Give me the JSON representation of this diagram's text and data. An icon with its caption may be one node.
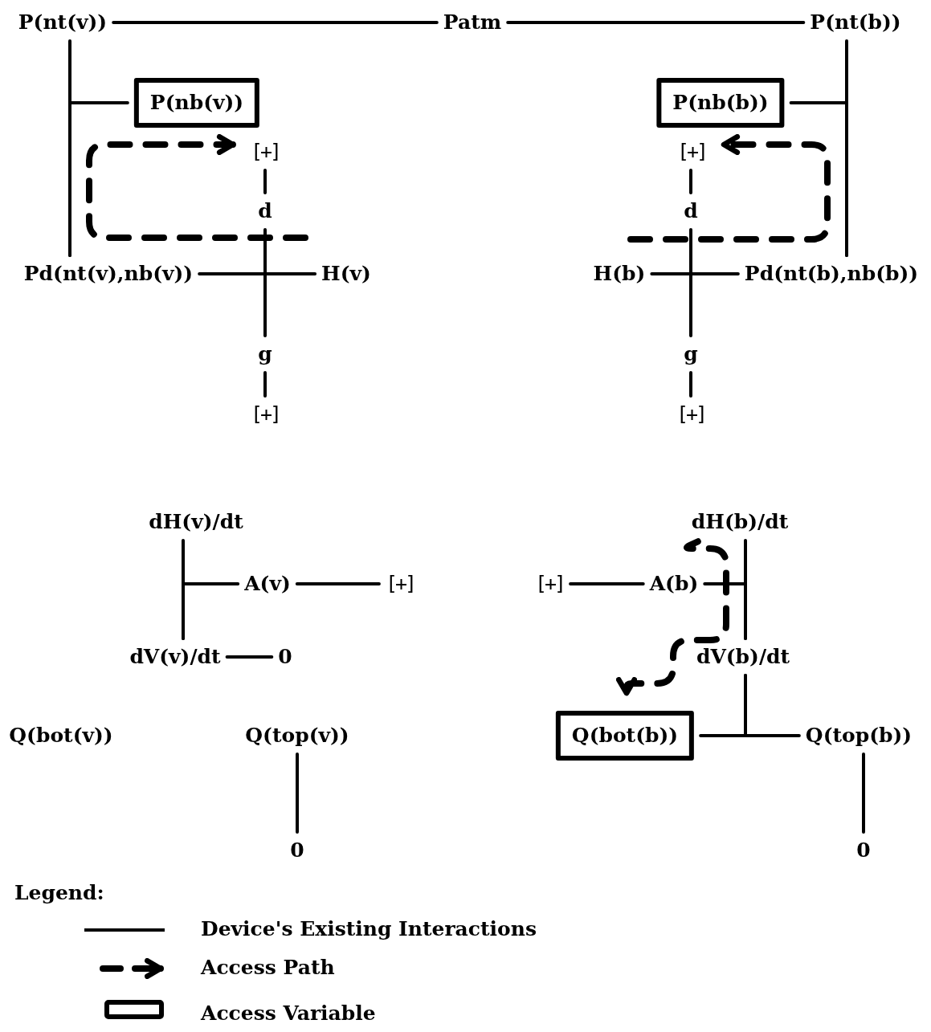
{
  "diagram": {
    "nodes": [
      {
        "text": [
          "P(nt(v))"
        ]
      },
      {
        "text": [
          "Patm"
        ]
      },
      {
        "text": [
          "P(nt(b))"
        ]
      },
      {
        "text": [
          "P(nb(v))"
        ]
      },
      {
        "text": [
          "P(nb(b))"
        ]
      },
      {
        "text": [
          "[+]"
        ]
      },
      {
        "text": [
          "[+]"
        ]
      },
      {
        "text": [
          "d"
        ]
      },
      {
        "text": [
          "d"
        ]
      },
      {
        "text": [
          "Pd(nt(v),nb(v))"
        ]
      },
      {
        "text": [
          "H(v)"
        ]
      },
      {
        "text": [
          "H(b)"
        ]
      },
      {
        "text": [
          "Pd(nt(b),nb(b))"
        ]
      },
      {
        "text": [
          "g"
        ]
      },
      {
        "text": [
          "g"
        ]
      },
      {
        "text": [
          "[+]"
        ]
      },
      {
        "text": [
          "[+]"
        ]
      },
      {
        "text": [
          "dH(v)/dt"
        ]
      },
      {
        "text": [
          "dH(b)/dt"
        ]
      },
      {
        "text": [
          "A(v)"
        ]
      },
      {
        "text": [
          "[+]"
        ]
      },
      {
        "text": [
          "[+]"
        ]
      },
      {
        "text": [
          "A(b)"
        ]
      },
      {
        "text": [
          "dV(v)/dt"
        ]
      },
      {
        "text": [
          "0"
        ]
      },
      {
        "text": [
          "dV(b)/dt"
        ]
      },
      {
        "text": [
          "Q(bot(v))"
        ]
      },
      {
        "text": [
          "Q(top(v))"
        ]
      },
      {
        "text": [
          "Q(bot(b))"
        ]
      },
      {
        "text": [
          "Q(top(b))"
        ]
      },
      {
        "text": [
          "0"
        ]
      },
      {
        "text": [
          "0"
        ]
      }
    ],
    "edges": [
      {
        "from": 0,
        "to": 1,
        "arrow": "none"
      },
      {
        "from": 1,
        "to": 2,
        "arrow": "none"
      },
      {
        "from": 0,
        "to": 9,
        "arrow": "none"
      },
      {
        "from": 3,
        "to": 9,
        "arrow": "none"
      },
      {
        "from": 2,
        "to": 12,
        "arrow": "none"
      },
      {
        "from": 4,
        "to": 12,
        "arrow": "none"
      },
      {
        "from": 5,
        "to": 7,
        "arrow": "none"
      },
      {
        "from": 7,
        "to": 13,
        "arrow": "none"
      },
      {
        "from": 9,
        "to": 10,
        "arrow": "none"
      },
      {
        "from": 13,
        "to": 15,
        "arrow": "none"
      },
      {
        "from": 6,
        "to": 8,
        "arrow": "none"
      },
      {
        "from": 8,
        "to": 14,
        "arrow": "none"
      },
      {
        "from": 11,
        "to": 12,
        "arrow": "none"
      },
      {
        "from": 14,
        "to": 16,
        "arrow": "none"
      },
      {
        "from": 17,
        "to": 23,
        "arrow": "none"
      },
      {
        "from": 19,
        "to": 23,
        "arrow": "none"
      },
      {
        "from": 19,
        "to": 20,
        "arrow": "none"
      },
      {
        "from": 23,
        "to": 24,
        "arrow": "none"
      },
      {
        "from": 27,
        "to": 30,
        "arrow": "none"
      },
      {
        "from": 21,
        "to": 22,
        "arrow": "none"
      },
      {
        "from": 18,
        "to": 25,
        "arrow": "none"
      },
      {
        "from": 22,
        "to": 25,
        "arrow": "none"
      },
      {
        "from": 25,
        "to": 28,
        "arrow": "none"
      },
      {
        "from": 25,
        "to": 29,
        "arrow": "none"
      },
      {
        "from": 29,
        "to": 31,
        "arrow": "none"
      },
      {
        "from": null,
        "to": 5,
        "arrow": "to",
        "style": "dashed"
      },
      {
        "from": null,
        "to": 6,
        "arrow": "to",
        "style": "dashed"
      },
      {
        "from": 18,
        "to": 28,
        "arrow": "to",
        "style": "dashed"
      }
    ],
    "labels": [
      "Legend:"
    ],
    "legend": [
      {
        "text": "Device's Existing Interactions"
      },
      {
        "text": "Access Path"
      },
      {
        "text": "Access Variable"
      }
    ]
  }
}
